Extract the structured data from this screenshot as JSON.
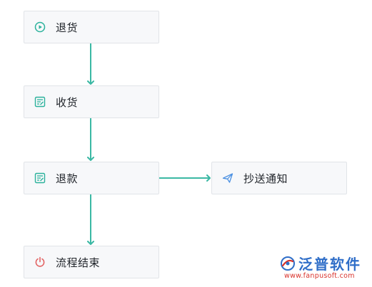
{
  "flow": {
    "nodes": [
      {
        "id": "return",
        "label": "退货",
        "icon": "play-circle-icon"
      },
      {
        "id": "receive",
        "label": "收货",
        "icon": "form-edit-icon"
      },
      {
        "id": "refund",
        "label": "退款",
        "icon": "form-edit-icon"
      },
      {
        "id": "cc",
        "label": "抄送通知",
        "icon": "paper-plane-icon"
      },
      {
        "id": "end",
        "label": "流程结束",
        "icon": "power-icon"
      }
    ],
    "edges": [
      {
        "from": "return",
        "to": "receive"
      },
      {
        "from": "receive",
        "to": "refund"
      },
      {
        "from": "refund",
        "to": "end"
      },
      {
        "from": "refund",
        "to": "cc"
      }
    ]
  },
  "colors": {
    "connector": "#3bb8a4",
    "node_bg": "#f7f8fa",
    "node_border": "#e1e4e8",
    "icon_green": "#2bb29c",
    "icon_blue": "#4a90e2",
    "icon_red": "#e26464",
    "logo_blue": "#2f6ec8",
    "logo_red": "#d9322b"
  },
  "watermark": {
    "brand": "泛普软件",
    "url": "www.fanpusoft.com"
  }
}
